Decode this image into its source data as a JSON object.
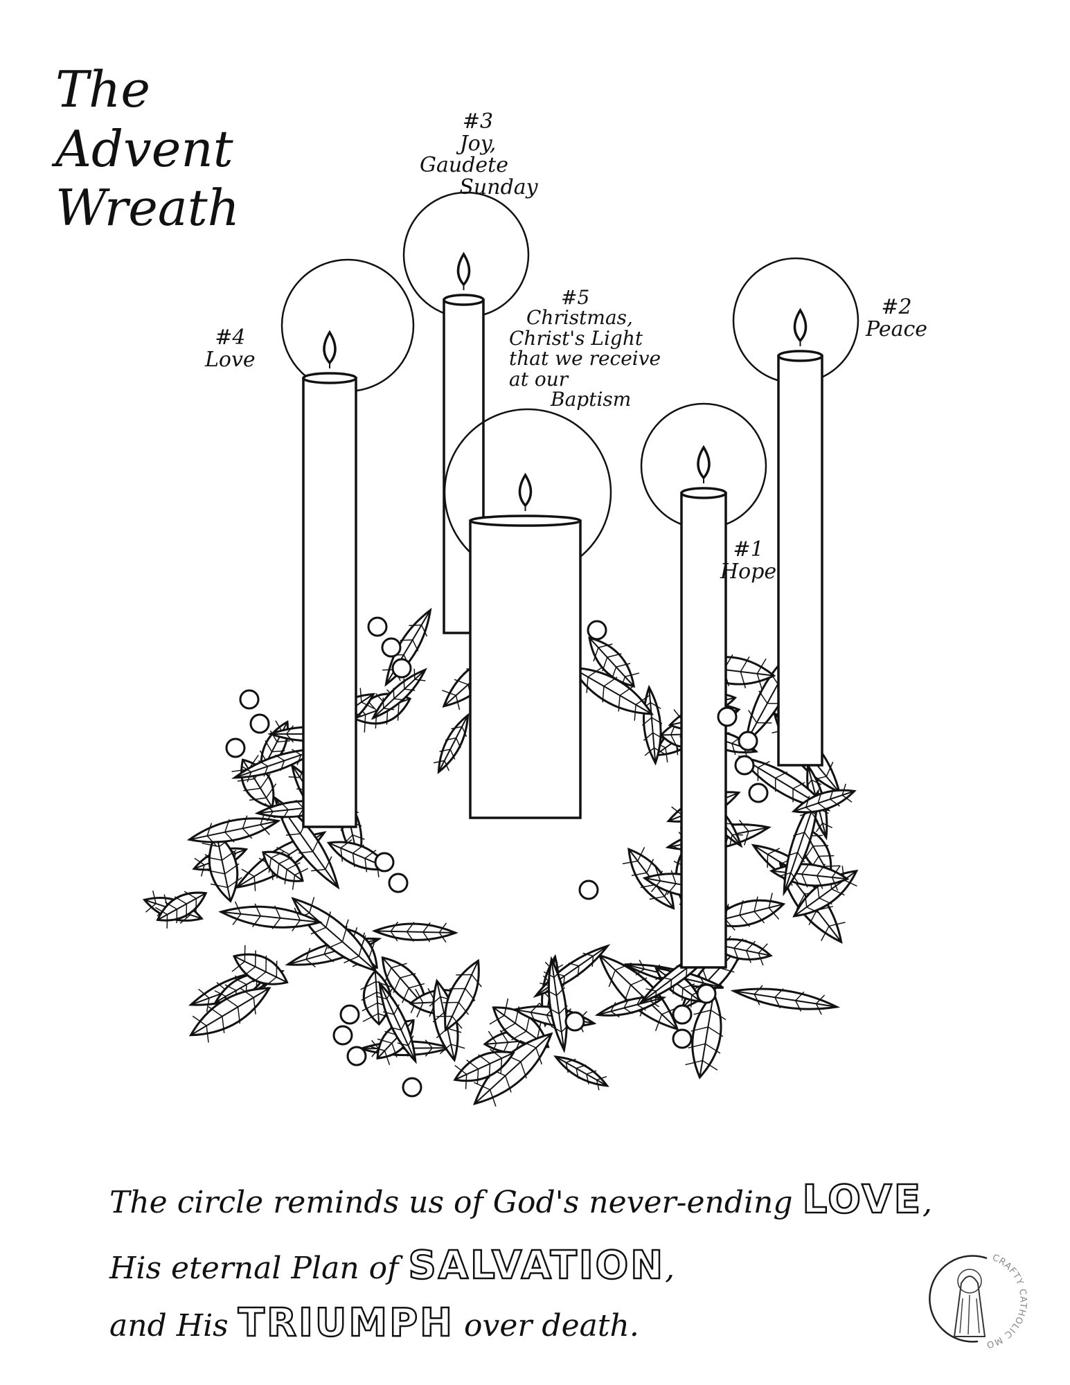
{
  "title": [
    "The",
    "Advent",
    "Wreath"
  ],
  "candles": [
    {
      "number": "#1",
      "lines": [
        "Hope"
      ]
    },
    {
      "number": "#2",
      "lines": [
        "Peace"
      ]
    },
    {
      "number": "#3",
      "lines": [
        "Joy,",
        "Gaudete",
        "Sunday"
      ]
    },
    {
      "number": "#4",
      "lines": [
        "Love"
      ]
    },
    {
      "number": "#5",
      "lines": [
        "Christmas,",
        "Christ's Light",
        "that we receive",
        "at our",
        "Baptism"
      ]
    }
  ],
  "caption": {
    "line1_text": "The circle reminds us of God's never-ending",
    "line1_emphasis": "LOVE",
    "line1_end": ",",
    "line2_text": "His eternal Plan of",
    "line2_emphasis": "SALVATION",
    "line2_end": ",",
    "line3_start": "and His",
    "line3_emphasis": "TRIUMPH",
    "line3_end": "over death."
  },
  "logo": {
    "text": "CRAFTY CATHOLIC MOMS"
  },
  "colors": {
    "ink": "#111111",
    "paper": "#ffffff"
  }
}
